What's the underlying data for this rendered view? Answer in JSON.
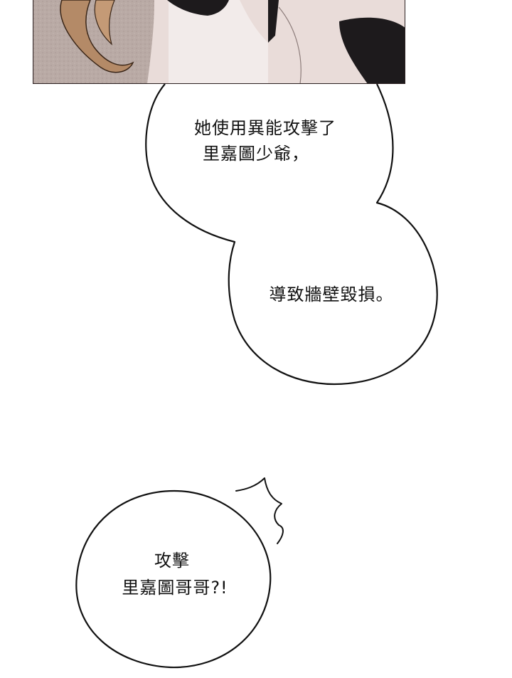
{
  "bubbles": [
    {
      "lines": [
        "她使用異能攻擊了",
        "里嘉圖少爺，"
      ]
    },
    {
      "lines": [
        "導致牆壁毀損。"
      ]
    },
    {
      "lines": [
        "攻擊",
        "里嘉圖哥哥?!"
      ]
    }
  ],
  "colors": {
    "background": "#ffffff",
    "outline": "#111111",
    "panel_floor": "#b7a8a3",
    "panel_hair": "#b48a67",
    "panel_cloth_dark": "#1d1a1c",
    "panel_cloth_light": "#efe6e4"
  }
}
